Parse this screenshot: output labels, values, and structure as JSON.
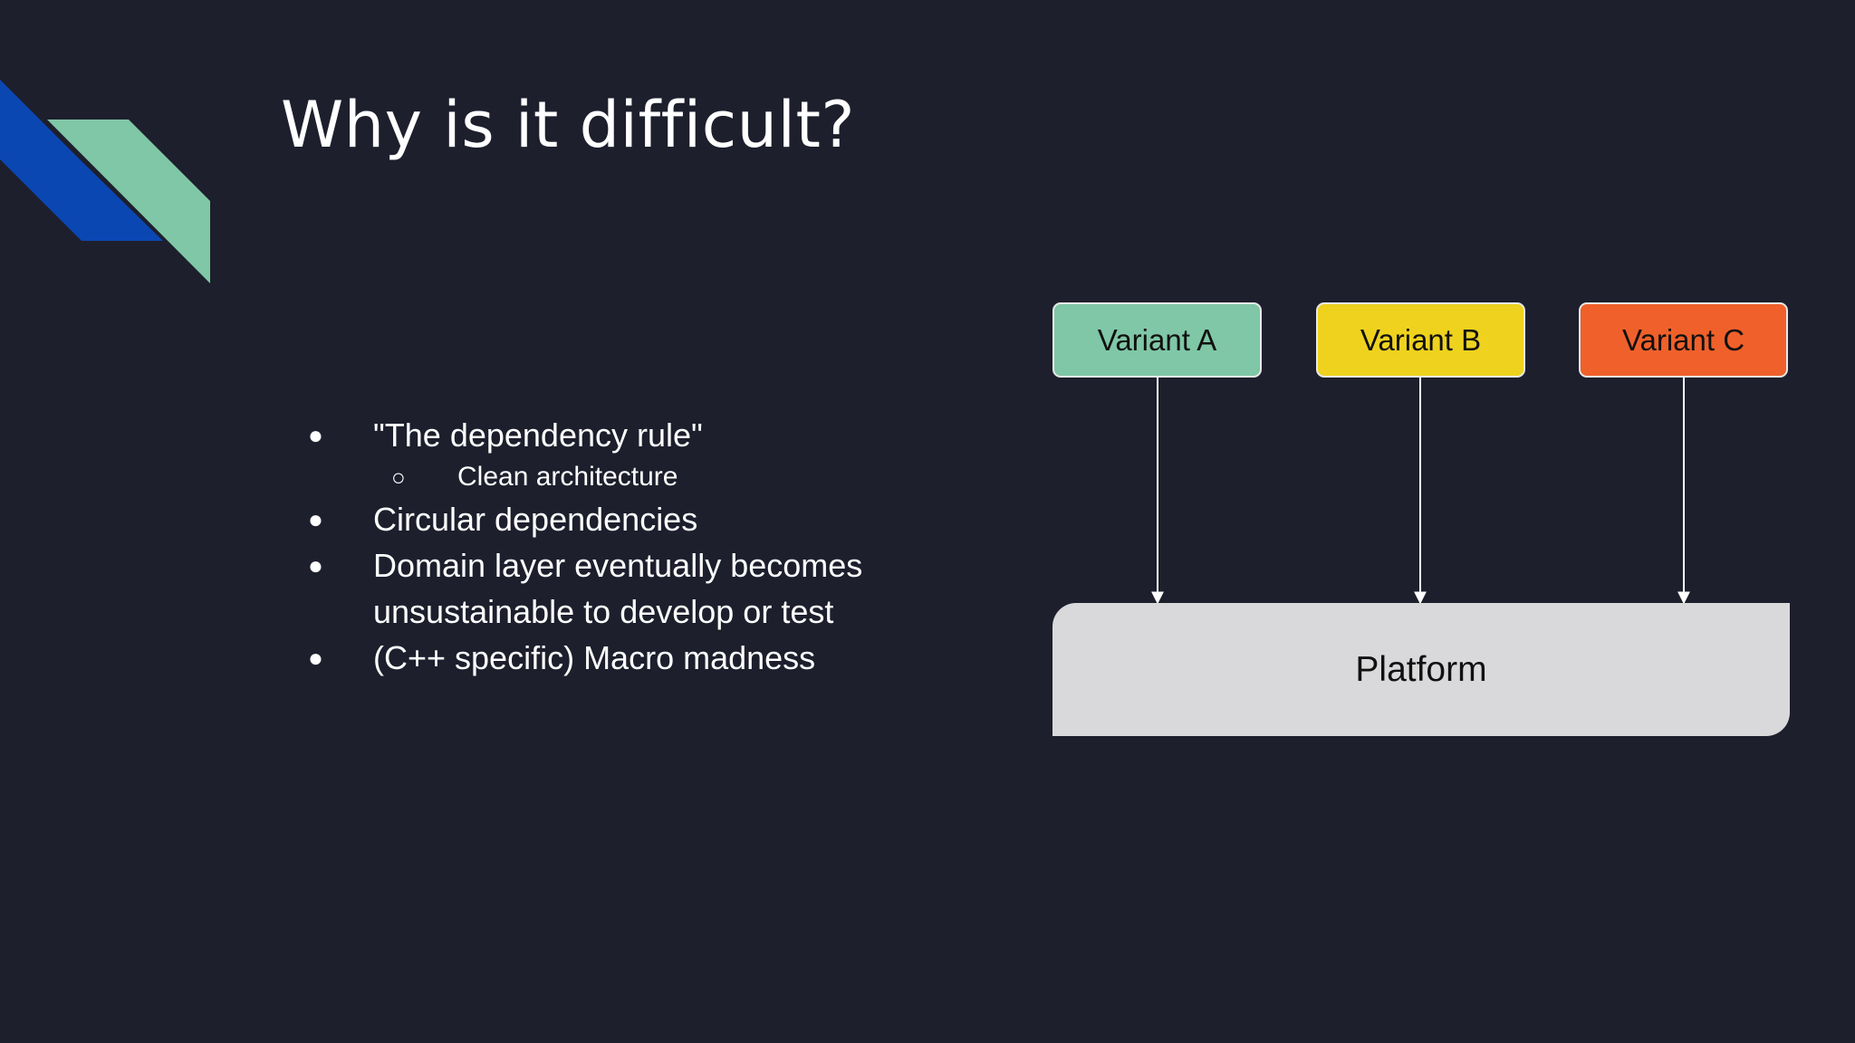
{
  "slide": {
    "title": "Why is it difficult?",
    "bullets": [
      {
        "marker": "●",
        "text": "\"The dependency rule\""
      },
      {
        "marker": "○",
        "text": "Clean architecture",
        "sub": true
      },
      {
        "marker": "●",
        "text": "Circular dependencies"
      },
      {
        "marker": "●",
        "text": "Domain layer eventually becomes unsustainable to develop or test"
      },
      {
        "marker": "●",
        "text": "(C++ specific) Macro madness"
      }
    ]
  },
  "diagram": {
    "variants": [
      {
        "label": "Variant A",
        "color": "#7fc7a6"
      },
      {
        "label": "Variant B",
        "color": "#eed21e"
      },
      {
        "label": "Variant C",
        "color": "#f0602a"
      }
    ],
    "platform": {
      "label": "Platform",
      "color": "#d9d9db"
    }
  },
  "decor": {
    "blue": "#0b47b3",
    "green": "#7fc7a6"
  }
}
